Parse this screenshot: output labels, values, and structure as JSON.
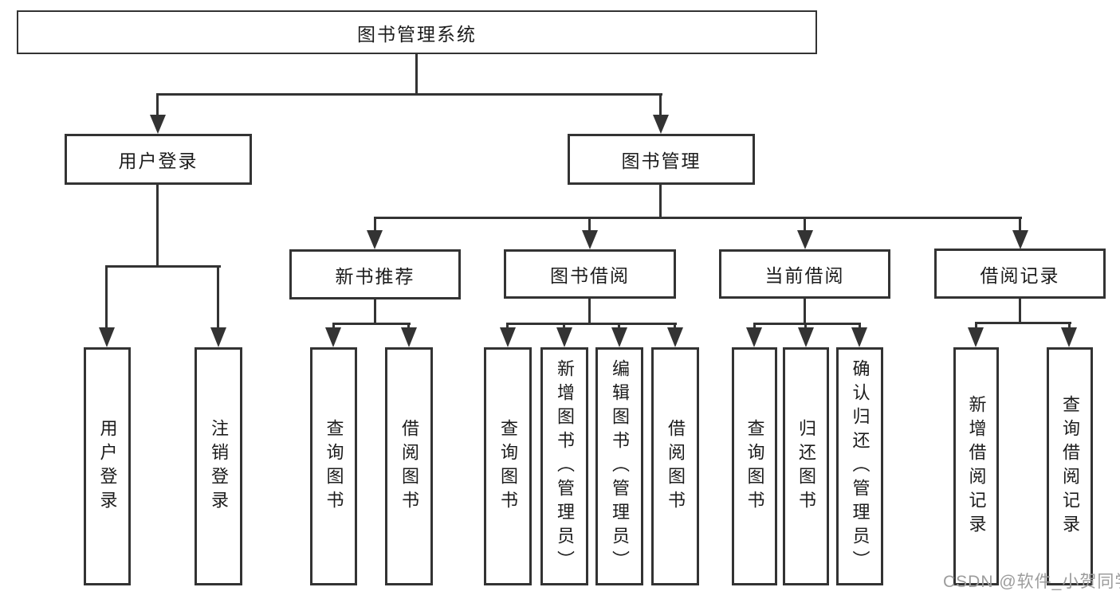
{
  "diagram": {
    "title": "图书管理系统",
    "root": {
      "label": "图书管理系统"
    },
    "level2": [
      {
        "label": "用户登录"
      },
      {
        "label": "图书管理"
      }
    ],
    "level3": [
      {
        "label": "新书推荐"
      },
      {
        "label": "图书借阅"
      },
      {
        "label": "当前借阅"
      },
      {
        "label": "借阅记录"
      }
    ],
    "leaves": {
      "user_login": [
        {
          "label": "用户登录"
        },
        {
          "label": "注销登录"
        }
      ],
      "new_book": [
        {
          "label": "查询图书"
        },
        {
          "label": "借阅图书"
        }
      ],
      "book_borrow": [
        {
          "label": "查询图书"
        },
        {
          "label": "新增图书（管理员）"
        },
        {
          "label": "编辑图书（管理员）"
        },
        {
          "label": "借阅图书"
        }
      ],
      "current_borrow": [
        {
          "label": "查询图书"
        },
        {
          "label": "归还图书"
        },
        {
          "label": "确认归还（管理员）"
        }
      ],
      "borrow_record": [
        {
          "label": "新增借阅记录"
        },
        {
          "label": "查询借阅记录"
        }
      ]
    }
  },
  "watermark": {
    "text": "CSDN @软件_小贺同学"
  },
  "colors": {
    "line": "#333333",
    "text": "#1c1c1c",
    "background": "#ffffff",
    "watermark": "#9c9c9c"
  }
}
